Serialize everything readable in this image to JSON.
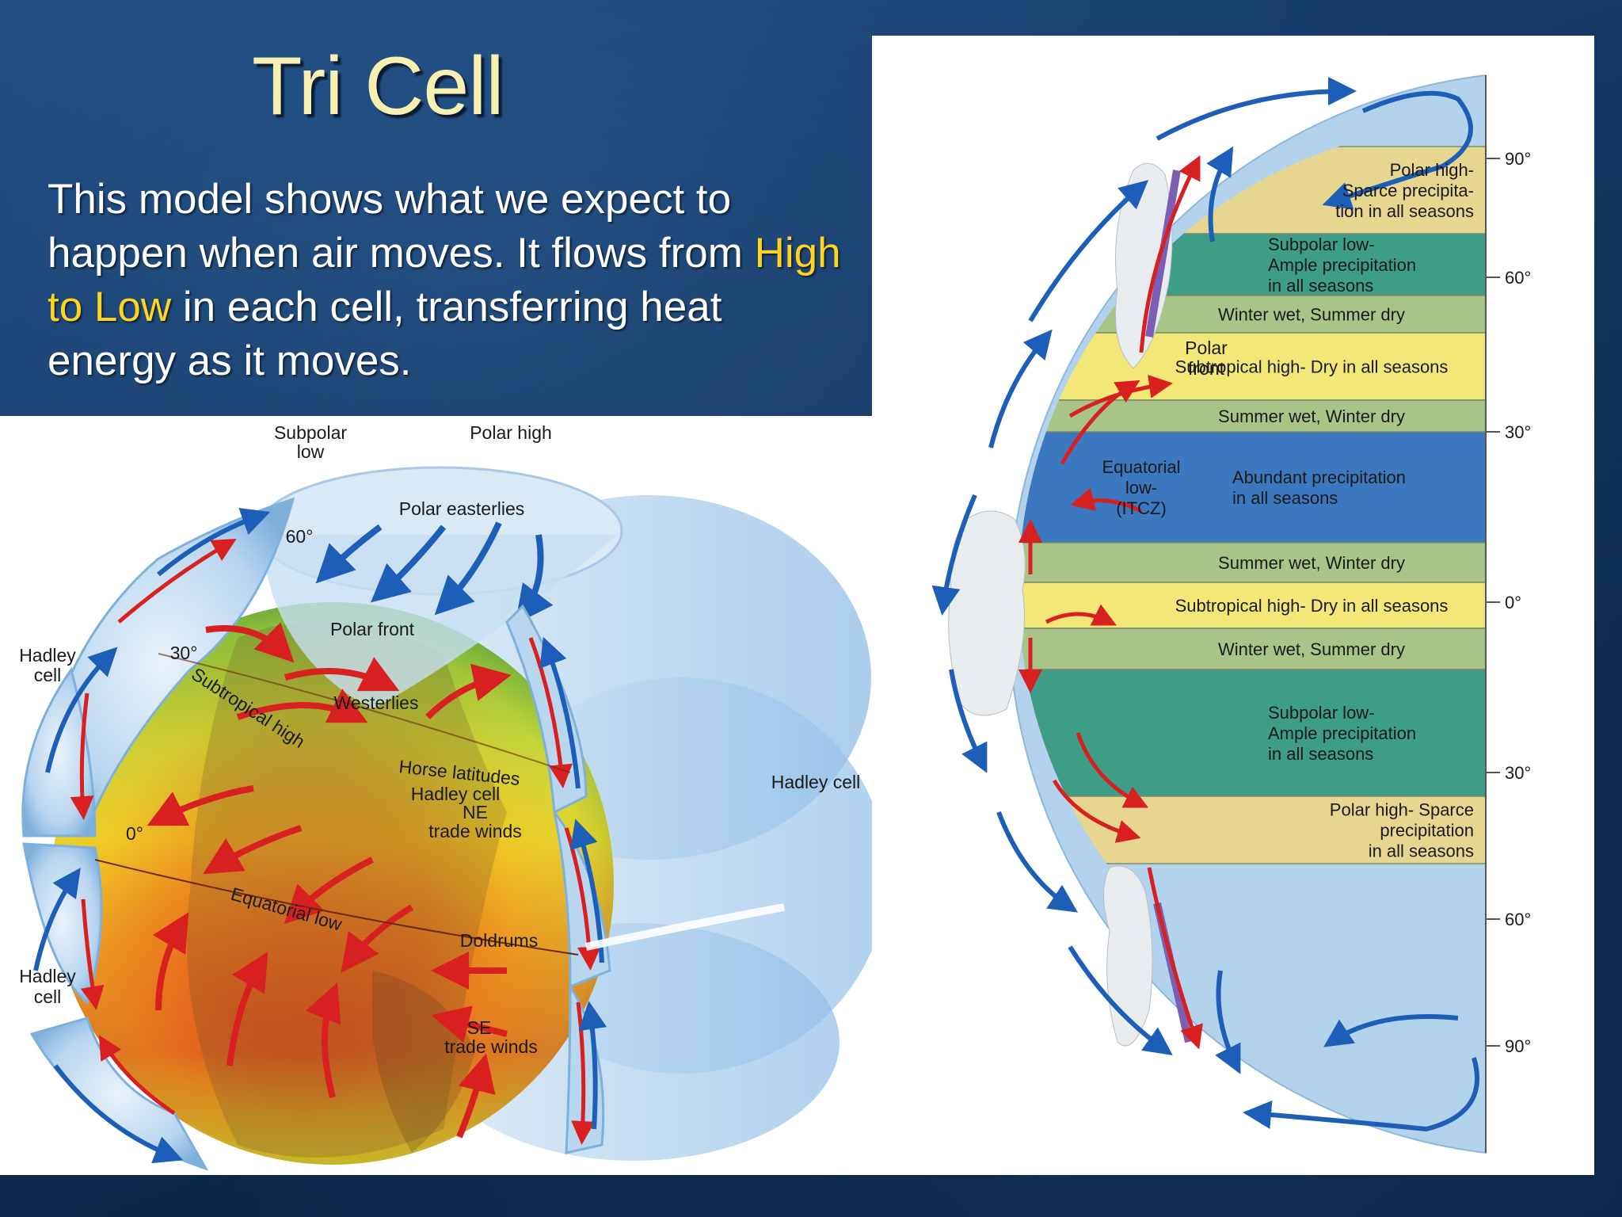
{
  "slide": {
    "title": "Tri Cell",
    "body_part1": "This model shows what we expect to happen when air moves.  It flows from ",
    "body_highlight": "High to Low",
    "body_part2": " in each cell, transferring heat energy as it moves.",
    "colors": {
      "highlight": "#ffd320",
      "title": "#f7f0b0",
      "background": "#12355f"
    }
  },
  "globe": {
    "subpolar_low": [
      "Subpolar",
      "low"
    ],
    "polar_high": "Polar high",
    "polar_easterlies": "Polar easterlies",
    "lat_60": "60°",
    "polar_front": "Polar front",
    "lat_30": "30°",
    "subtropical_high": "Subtropical high",
    "westerlies": "Westerlies",
    "horse_latitudes": "Horse latitudes",
    "hadley_cell_inner": "Hadley cell",
    "ne_trade_winds": [
      "NE",
      "trade winds"
    ],
    "lat_0": "0°",
    "equatorial_low": "Equatorial low",
    "doldrums": "Doldrums",
    "se_trade_winds": [
      "SE",
      "trade winds"
    ],
    "hadley_cell_left_top": [
      "Hadley",
      "cell"
    ],
    "hadley_cell_left_bottom": [
      "Hadley",
      "cell"
    ],
    "hadley_cell_right": "Hadley cell"
  },
  "cross_section": {
    "latitudes": [
      "90°",
      "60°",
      "30°",
      "0°",
      "30°",
      "60°",
      "90°"
    ],
    "polar_front": [
      "Polar",
      "front"
    ],
    "zones": [
      {
        "lines": [
          "Polar high-",
          "Sparce precipita-",
          "tion in all seasons"
        ],
        "color": "#e6d690"
      },
      {
        "lines": [
          "Subpolar low-",
          "Ample precipitation",
          "in all seasons"
        ],
        "color": "#3e9d86"
      },
      {
        "lines": [
          "Winter wet, Summer dry"
        ],
        "color": "#a9c487"
      },
      {
        "lines": [
          "Subtropical high- Dry in all seasons"
        ],
        "color": "#f3e877"
      },
      {
        "lines": [
          "Summer wet, Winter dry"
        ],
        "color": "#a9c487"
      },
      {
        "lines": [
          "Equatorial",
          "low-",
          "(ITCZ)"
        ],
        "extra": [
          "Abundant precipitation",
          "in all seasons"
        ],
        "color": "#3c78bf"
      },
      {
        "lines": [
          "Summer wet, Winter dry"
        ],
        "color": "#a9c487"
      },
      {
        "lines": [
          "Subtropical high- Dry in all seasons"
        ],
        "color": "#f3e877"
      },
      {
        "lines": [
          "Winter wet, Summer dry"
        ],
        "color": "#a9c487"
      },
      {
        "lines": [
          "Subpolar low-",
          "Ample precipitation",
          "in all seasons"
        ],
        "color": "#3e9d86"
      },
      {
        "lines": [
          "Polar high- Sparce",
          "precipitation",
          "in all seasons"
        ],
        "color": "#e6d690"
      }
    ]
  }
}
